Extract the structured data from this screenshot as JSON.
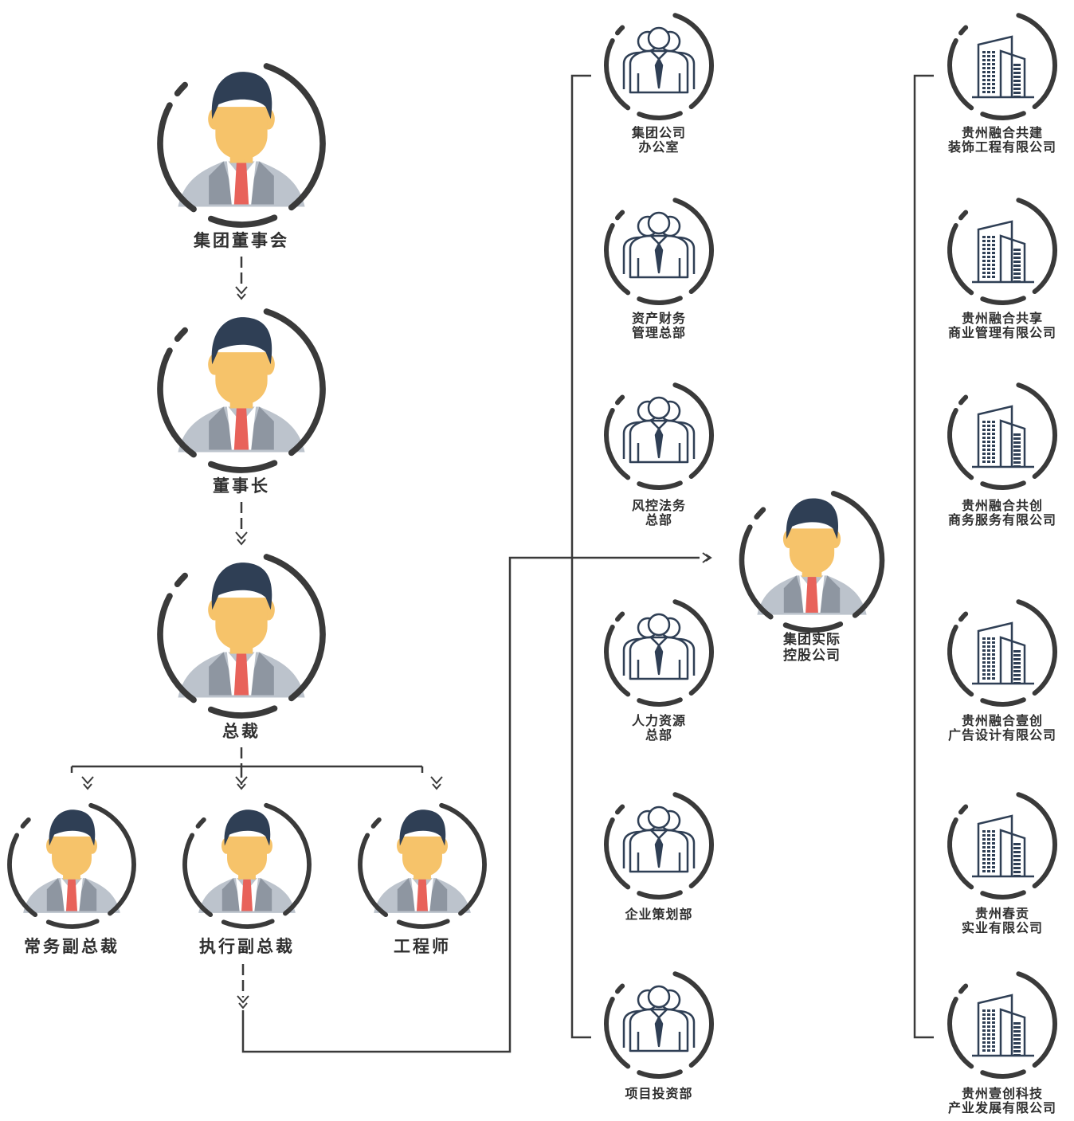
{
  "people": {
    "board": "集团董事会",
    "chairman": "董事长",
    "president": "总裁",
    "exec_vp": "常务副总裁",
    "executive_vp": "执行副总裁",
    "engineer": "工程师",
    "holding": [
      "集团实际",
      "控股公司"
    ]
  },
  "departments": [
    [
      "集团公司",
      "办公室"
    ],
    [
      "资产财务",
      "管理总部"
    ],
    [
      "风控法务",
      "总部"
    ],
    [
      "人力资源",
      "总部"
    ],
    [
      "企业策划部"
    ],
    [
      "项目投资部"
    ]
  ],
  "companies": [
    [
      "贵州融合共建",
      "装饰工程有限公司"
    ],
    [
      "贵州融合共享",
      "商业管理有限公司"
    ],
    [
      "贵州融合共创",
      "商务服务有限公司"
    ],
    [
      "贵州融合壹创",
      "广告设计有限公司"
    ],
    [
      "贵州春贡",
      "实业有限公司"
    ],
    [
      "贵州壹创科技",
      "产业发展有限公司"
    ]
  ],
  "colors": {
    "ring": "#3a3a3a",
    "line": "#3a3a3a",
    "hair": "#2f3f55",
    "skin": "#f6c36a",
    "suit": "#bcc3cc",
    "suit_dark": "#8e96a1",
    "shirt": "#ffffff",
    "tie": "#e8625a",
    "icon": "#2f3f55"
  }
}
